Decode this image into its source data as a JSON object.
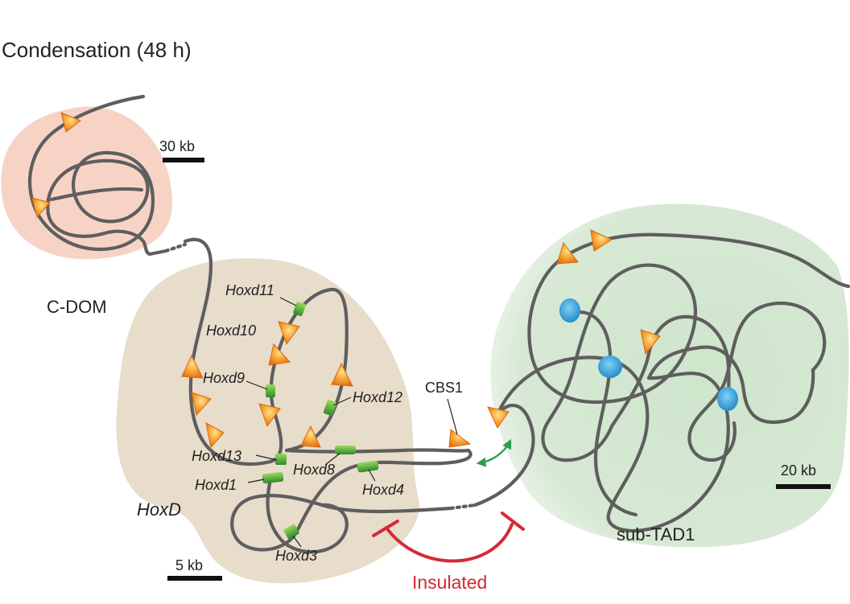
{
  "title": "Condensation (48 h)",
  "regions": {
    "cdom": "C-DOM",
    "hoxd": "HoxD",
    "subtad": "sub-TAD1"
  },
  "scale_bars": {
    "cdom": "30 kb",
    "hoxd": "5 kb",
    "subtad": "20 kb"
  },
  "genes": {
    "hoxd11": "Hoxd11",
    "hoxd10": "Hoxd10",
    "hoxd9": "Hoxd9",
    "hoxd12": "Hoxd12",
    "hoxd13": "Hoxd13",
    "hoxd8": "Hoxd8",
    "hoxd1": "Hoxd1",
    "hoxd4": "Hoxd4",
    "hoxd3": "Hoxd3"
  },
  "cbs": "CBS1",
  "insulation": "Insulated",
  "colors": {
    "cdom_region": "#f7d3c6",
    "hoxd_region": "#e8dccb",
    "subtad_region": "#d5e8d3",
    "fiber": "#5e5e5e",
    "ctcf_site": "#f28c1e",
    "gene": "#4fae3a",
    "blue_element": "#3ea3dd",
    "insulation": "#d42a34",
    "interaction_arrow": "#2e9c4f"
  }
}
